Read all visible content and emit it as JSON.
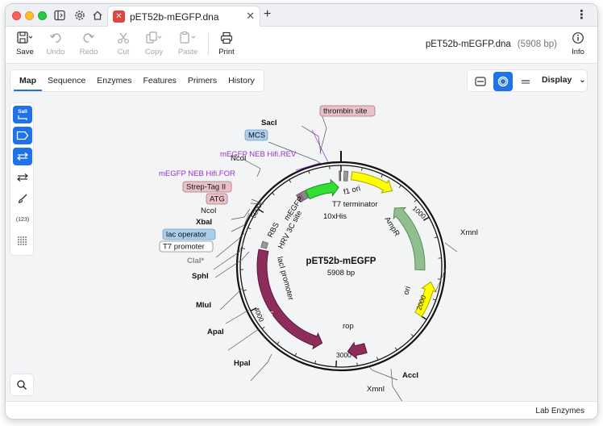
{
  "window": {
    "tab_title": "pET52b-mEGFP.dna",
    "new_tab": "+"
  },
  "toolbar": {
    "save": "Save",
    "undo": "Undo",
    "redo": "Redo",
    "cut": "Cut",
    "copy": "Copy",
    "paste": "Paste",
    "print": "Print",
    "info": "Info",
    "file_name": "pET52b-mEGFP.dna",
    "file_size": "(5908 bp)"
  },
  "tabs": [
    "Map",
    "Sequence",
    "Enzymes",
    "Features",
    "Primers",
    "History"
  ],
  "view": {
    "display_label": "Display"
  },
  "left_tools": {
    "enzyme_label": "SalI",
    "count_label": "(123)"
  },
  "plasmid": {
    "name": "pET52b-mEGFP",
    "size": "5908 bp",
    "ticks": [
      "1000",
      "2000",
      "3000",
      "4000",
      "5000"
    ],
    "features": {
      "mEGFP": "mEGFP",
      "f1_ori": "f1 ori",
      "T7_terminator": "T7 terminator",
      "his": "10xHis",
      "RBS": "RBS",
      "HRV": "HRV 3C site",
      "AmpR": "AmpR",
      "ori": "ori",
      "rop": "rop",
      "lacI": "lacI",
      "lacI_promoter": "lacI promoter"
    },
    "labels": {
      "thrombin": "thrombin site",
      "rev_primer": "mEGFP NEB Hifi.REV",
      "SacI": "SacI",
      "MCS": "MCS",
      "NcoI_top": "NcoI",
      "for_primer": "mEGFP NEB Hifi.FOR",
      "strep": "Strep-Tag II",
      "ATG": "ATG",
      "NcoI_mid": "NcoI",
      "XbaI": "XbaI",
      "lac_operator": "lac operator",
      "T7_promoter": "T7 promoter",
      "ClaI": "ClaI*",
      "SphI": "SphI",
      "MluI": "MluI",
      "ApaI": "ApaI",
      "HpaI": "HpaI",
      "XmnI_right": "XmnI",
      "AccI": "AccI",
      "XmnI_bottom": "XmnI"
    }
  },
  "status": {
    "enzymes": "Lab Enzymes"
  },
  "colors": {
    "mEGFP": "#33dd33",
    "f1_ori": "#ffff00",
    "AmpR": "#8fbf8f",
    "ori": "#ffff00",
    "rop": "#8e2d5c",
    "lacI": "#8e2d5c",
    "primer": "#9b30c8",
    "accent": "#1e73e8"
  }
}
